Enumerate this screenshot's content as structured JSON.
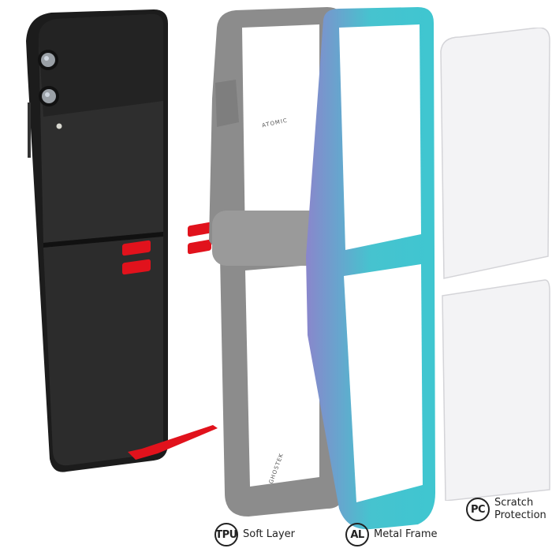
{
  "scene": {
    "type": "product-exploded-view",
    "background": "#ffffff",
    "colors": {
      "phone_body": "#2b2b2b",
      "phone_dark": "#1a1a1a",
      "tpu_gray": "#8a8a8a",
      "tpu_light": "#a3a3a3",
      "metal_cyan": "#3fc6d0",
      "metal_purple": "#8a8ad0",
      "clear_pc": "#f4f4f6",
      "accent_red": "#e1121c"
    }
  },
  "case_branding": {
    "atomic_text": "ATOMIC",
    "ghostek_text": "GHOSTEK"
  },
  "legend": {
    "tpu": {
      "badge": "TPU",
      "label": "Soft Layer"
    },
    "al": {
      "badge": "AL",
      "label": "Metal Frame"
    },
    "pc": {
      "badge": "PC",
      "label_line1": "Scratch",
      "label_line2": "Protection"
    }
  }
}
